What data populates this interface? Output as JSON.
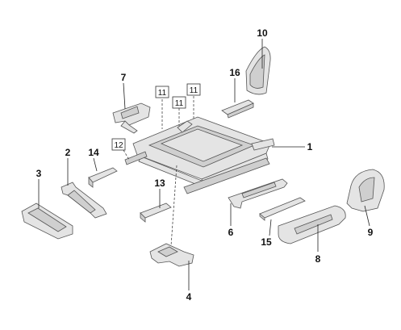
{
  "diagram": {
    "callouts": [
      {
        "id": "c1",
        "text": "1"
      },
      {
        "id": "c2",
        "text": "2"
      },
      {
        "id": "c3",
        "text": "3"
      },
      {
        "id": "c4",
        "text": "4"
      },
      {
        "id": "c6",
        "text": "6"
      },
      {
        "id": "c7",
        "text": "7"
      },
      {
        "id": "c8",
        "text": "8"
      },
      {
        "id": "c9",
        "text": "9"
      },
      {
        "id": "c10",
        "text": "10"
      },
      {
        "id": "c13",
        "text": "13"
      },
      {
        "id": "c14",
        "text": "14"
      },
      {
        "id": "c15",
        "text": "15"
      },
      {
        "id": "c16",
        "text": "16"
      }
    ],
    "boxed_callouts": [
      {
        "id": "b11a",
        "text": "11"
      },
      {
        "id": "b11b",
        "text": "11"
      },
      {
        "id": "b11c",
        "text": "11"
      },
      {
        "id": "b12",
        "text": "12"
      }
    ]
  }
}
